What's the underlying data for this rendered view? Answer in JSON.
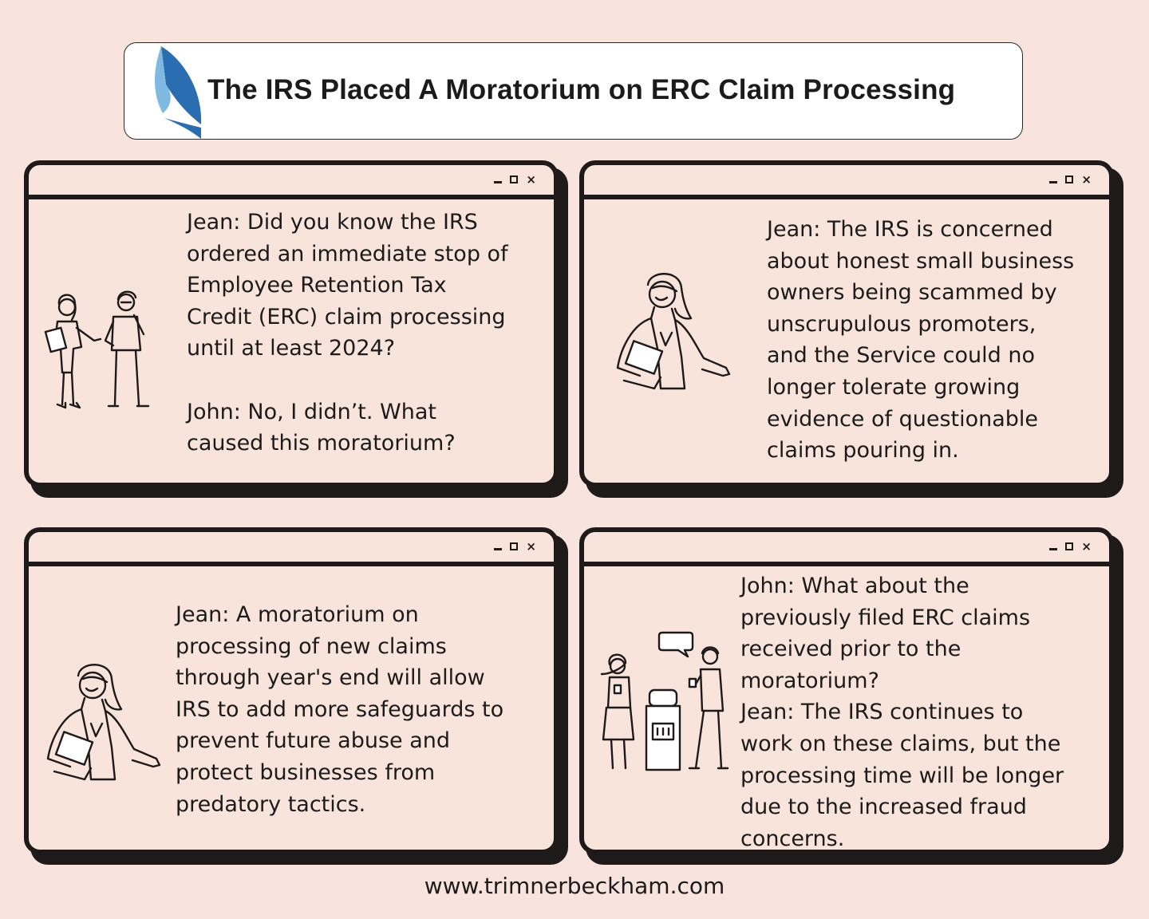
{
  "header": {
    "title": "The IRS Placed A Moratorium on ERC Claim Processing",
    "logo_icon": "sail-logo-icon",
    "colors": {
      "logo_light": "#7fb8e0",
      "logo_dark": "#2a6db0"
    }
  },
  "panels": [
    {
      "text": "Jean: Did you know the IRS\nordered an immediate stop of\nEmployee Retention Tax\nCredit (ERC) claim processing\nuntil at least 2024?\n\nJohn: No, I didn’t. What\ncaused this moratorium?",
      "illustration": "two-people-talking-icon"
    },
    {
      "text": "Jean: The IRS is concerned\nabout honest small business\nowners being scammed by\nunscrupulous promoters,\nand the Service could no\nlonger tolerate growing\nevidence of questionable\nclaims pouring in.",
      "illustration": "woman-presenting-icon"
    },
    {
      "text": "Jean: A moratorium on\nprocessing of new claims\nthrough year's end will allow\nIRS to add more safeguards to\nprevent future abuse and\nprotect businesses from\npredatory tactics.",
      "illustration": "woman-presenting-icon"
    },
    {
      "text": "John: What about the\npreviously filed ERC claims\nreceived prior to the\nmoratorium?\nJean: The IRS continues to\nwork on these claims, but the\nprocessing time will be longer\ndue to the increased fraud\nconcerns.",
      "illustration": "water-cooler-chat-icon"
    }
  ],
  "window_controls": {
    "minimize_icon": "minimize-icon",
    "maximize_icon": "maximize-icon",
    "close_icon": "close-icon",
    "close_glyph": "×"
  },
  "footer": {
    "url": "www.trimnerbeckham.com"
  },
  "colors": {
    "background": "#f8e4dc",
    "border": "#1e1a1a"
  }
}
